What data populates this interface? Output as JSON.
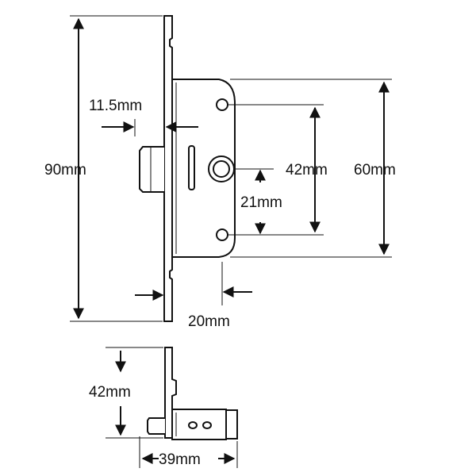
{
  "colors": {
    "line": "#111111",
    "background": "#ffffff"
  },
  "front_view": {
    "overall_height": "90mm",
    "backset": "11.5mm",
    "hole_spacing": "42mm",
    "case_height": "60mm",
    "follower_offset": "21mm",
    "case_offset": "20mm"
  },
  "side_view": {
    "height": "42mm",
    "depth": "39mm"
  }
}
